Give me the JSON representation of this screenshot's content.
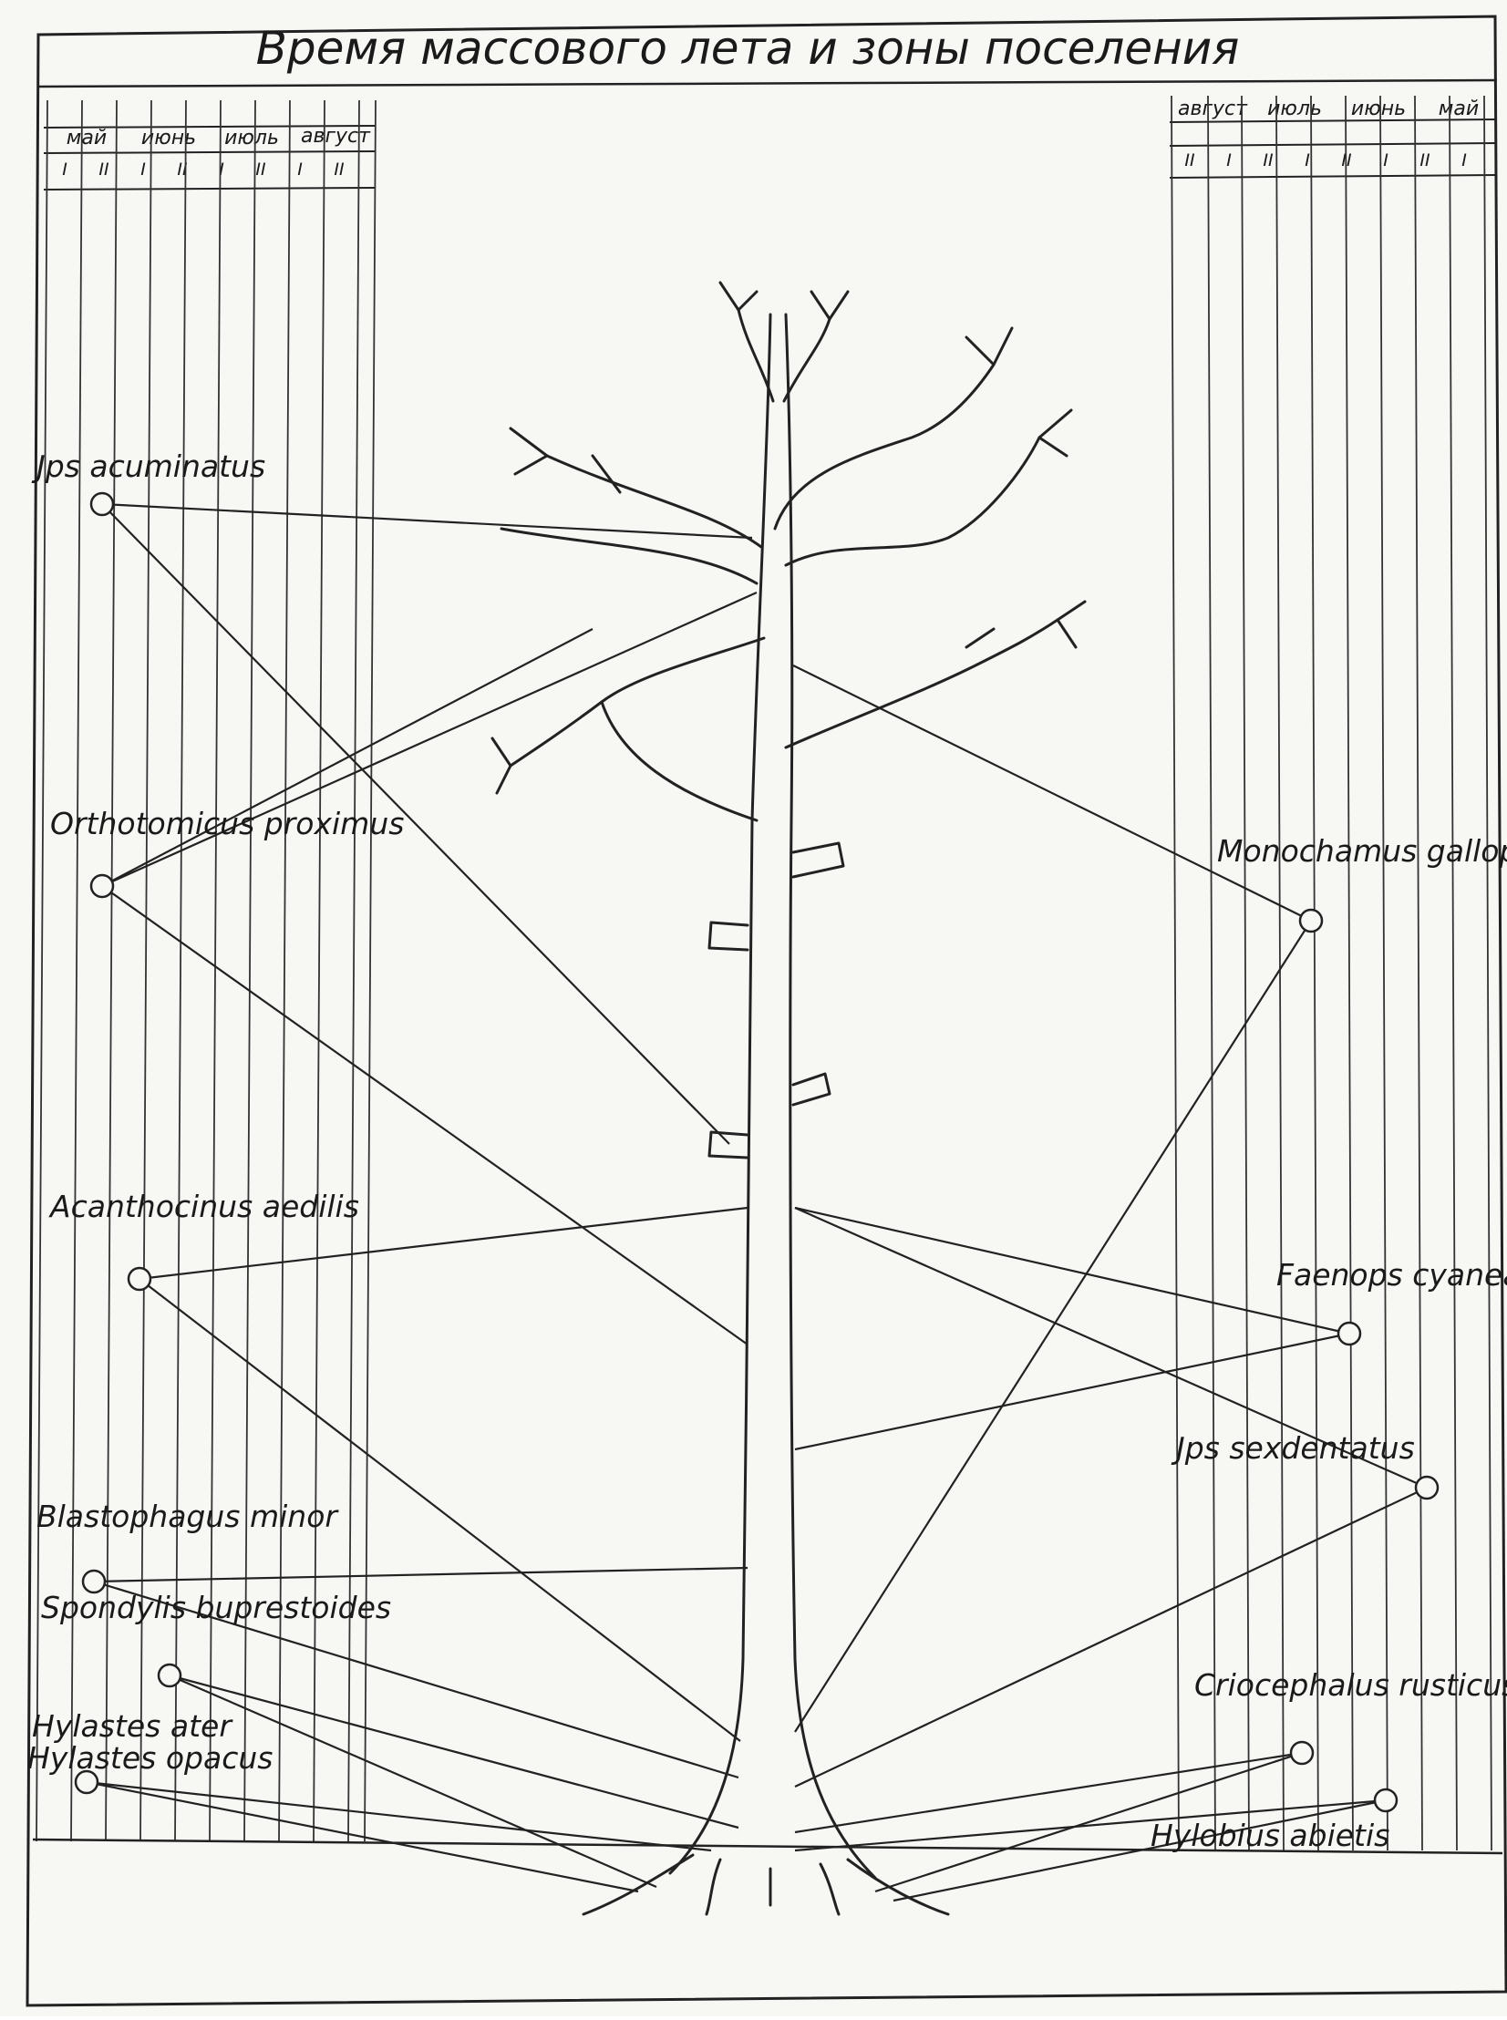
{
  "title": "Время массового лета и зоны поселения",
  "left_months": [
    "май",
    "июнь",
    "июль",
    "август"
  ],
  "right_months": [
    "август",
    "июль",
    "июнь",
    "май"
  ],
  "left_decades": [
    "I",
    "II",
    "I",
    "II",
    "I",
    "II",
    "I",
    "II"
  ],
  "right_decades": [
    "II",
    "I",
    "II",
    "I",
    "II",
    "I",
    "II",
    "I"
  ],
  "species": [
    {
      "name": "Jps acuminatus"
    },
    {
      "name": "Orthotomicus proximus"
    },
    {
      "name": "Monochamus galloprovincialis"
    },
    {
      "name": "Acanthocinus aedilis"
    },
    {
      "name": "Faenops cyanea"
    },
    {
      "name": "Jps sexdentatus"
    },
    {
      "name": "Blastophagus minor"
    },
    {
      "name": "Spondylis buprestoides"
    },
    {
      "name": "Criocephalus rusticus"
    },
    {
      "name": "Hylastes ater"
    },
    {
      "name": "Hylastes opacus"
    },
    {
      "name": "Hylobius abietis"
    }
  ]
}
